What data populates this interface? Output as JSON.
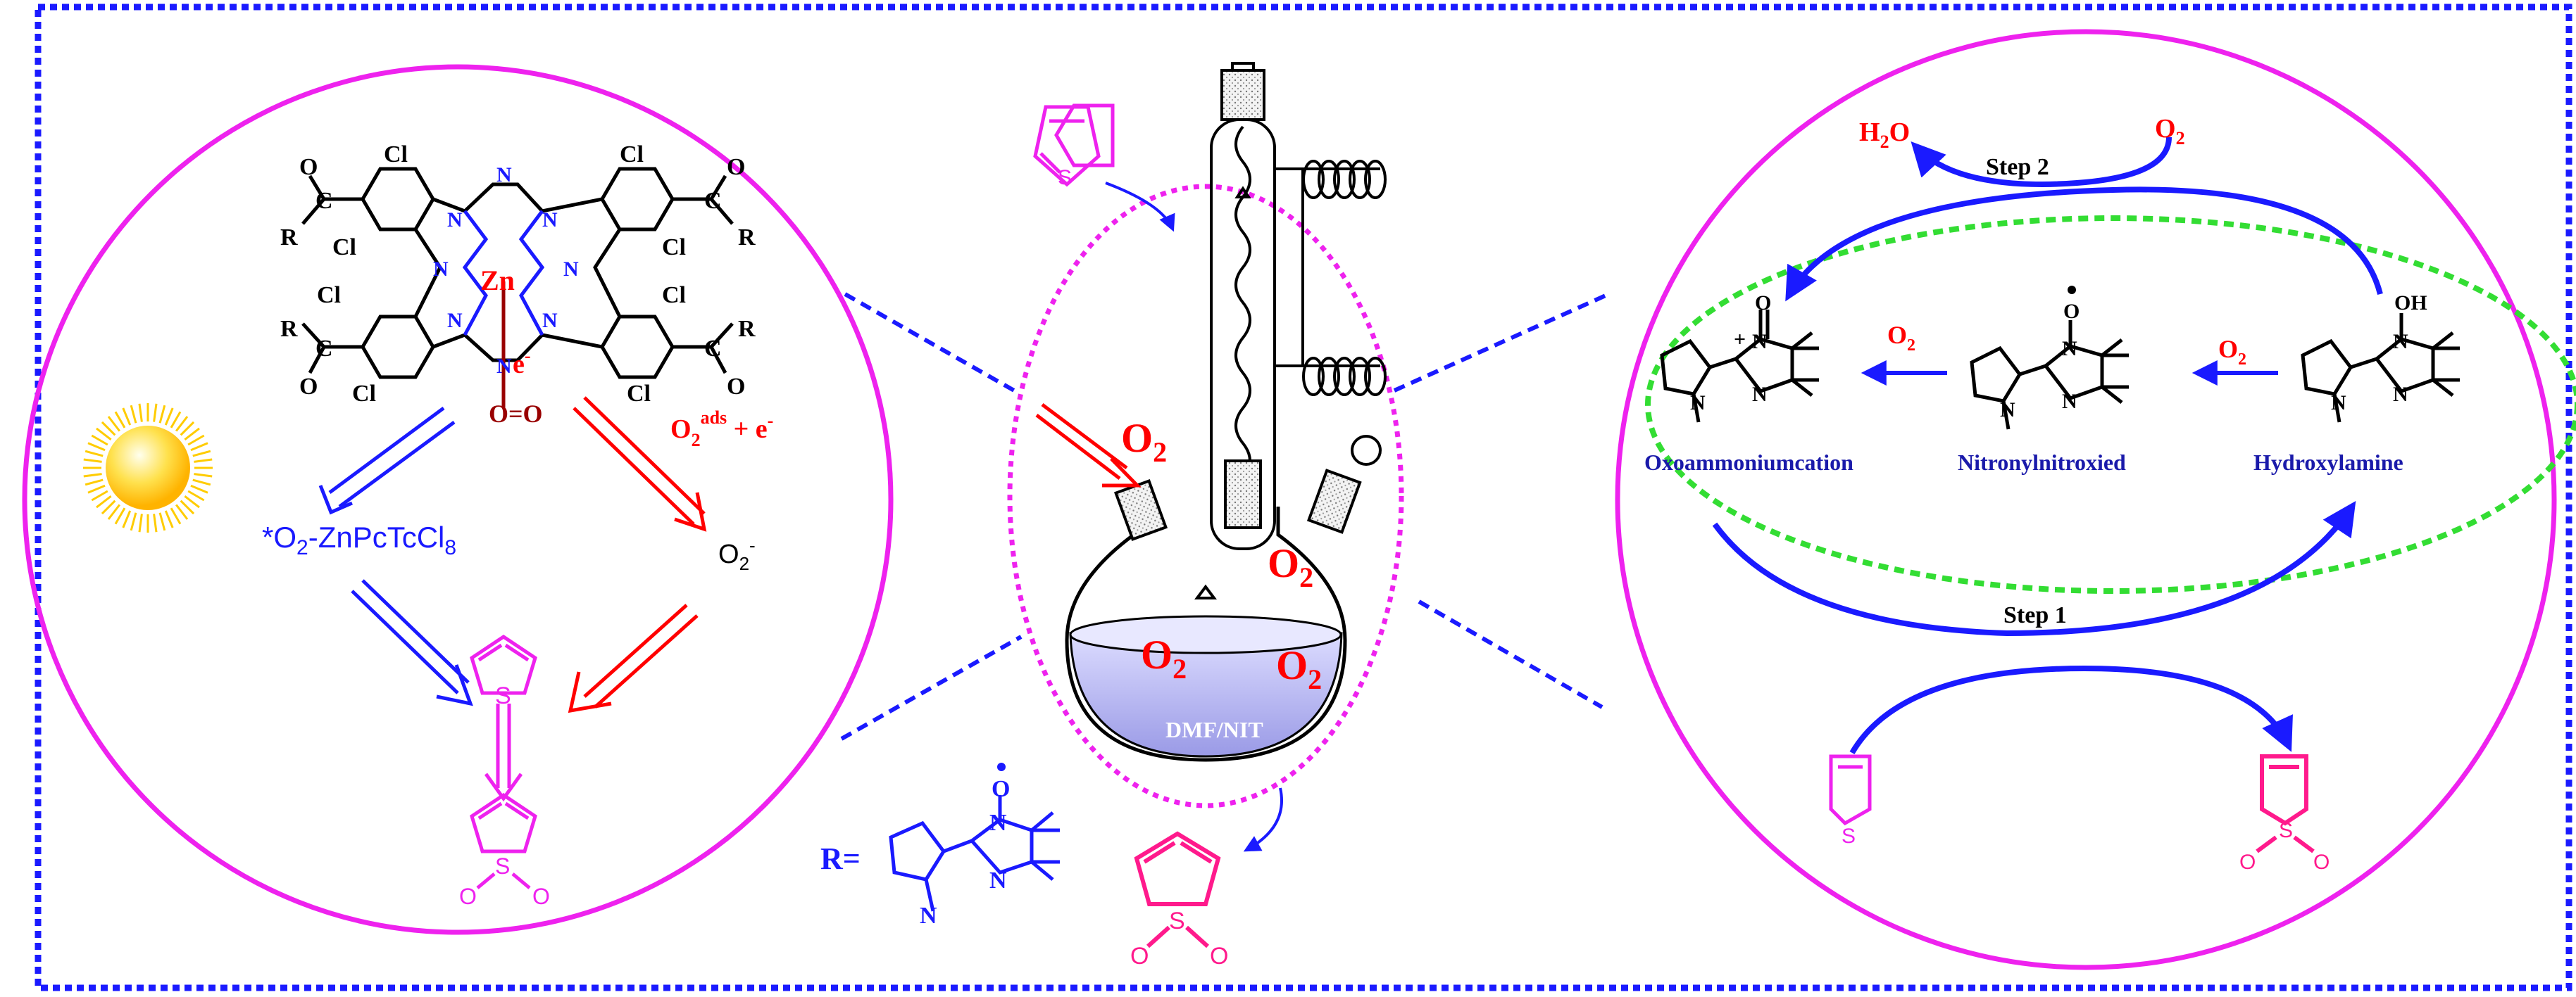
{
  "colors": {
    "frame": "#1a1aff",
    "magenta": "#ee22ee",
    "pink": "#ff1a8c",
    "red": "#ff0000",
    "blue": "#1a1aff",
    "dark_red": "#990000",
    "green": "#33dd33",
    "navy": "#1a1aaa",
    "black": "#000000",
    "sun": "#ffcc00",
    "flask_liquid": "#c8c8f5"
  },
  "left_panel": {
    "atoms": {
      "cl": "Cl",
      "r": "R",
      "o": "O",
      "c": "C",
      "n": "N",
      "zn": "Zn"
    },
    "electron": "e",
    "electron_sup": "-",
    "bound_o2": "O=O",
    "o2_ads": "O",
    "o2_ads_sub": "2",
    "o2_ads_sup": "ads",
    "o2_ads_tail": " + e",
    "o2_ads_tail_sup": "-",
    "complex_prefix": "*O",
    "complex_sub": "2",
    "complex_mid": "-ZnPcTcCl",
    "complex_sub2": "8",
    "superoxide": "O",
    "superoxide_sub": "2",
    "superoxide_sup": "-",
    "thiophene_s": "S",
    "sulfone_s": "S",
    "sulfone_o": "O",
    "icons": [
      "sun-icon",
      "thiophene-icon",
      "sulfone-icon",
      "phthalocyanine-icon"
    ]
  },
  "center": {
    "thiophene_s": "S",
    "o2_inlet": "O",
    "o2_inlet_sub": "2",
    "o2_head": "O",
    "o2_head_sub": "2",
    "o2_liquid_left": "O",
    "o2_liquid_left_sub": "2",
    "o2_liquid_right": "O",
    "o2_liquid_right_sub": "2",
    "solvent": "DMF/NIT",
    "sulfone_s": "S",
    "sulfone_o": "O",
    "r_label": "R=",
    "r_atoms": {
      "n": "N",
      "o": "O"
    },
    "icons": [
      "reflux-condenser-icon",
      "three-neck-flask-icon",
      "coil-icon"
    ]
  },
  "right_panel": {
    "h2o": "H",
    "h2o_sub": "2",
    "h2o_tail": "O",
    "o2_top": "O",
    "o2_top_sub": "2",
    "step2": "Step 2",
    "step1": "Step 1",
    "o2_mid_left": "O",
    "o2_mid_left_sub": "2",
    "o2_mid_right": "O",
    "o2_mid_right_sub": "2",
    "species": [
      "Oxoammoniumcation",
      "Nitronylnitroxied",
      "Hydroxylamine"
    ],
    "atoms": {
      "n": "N",
      "o": "O",
      "oh": "OH",
      "plus": "+"
    },
    "thiophene_s": "S",
    "sulfone_s": "S",
    "sulfone_o": "O"
  }
}
